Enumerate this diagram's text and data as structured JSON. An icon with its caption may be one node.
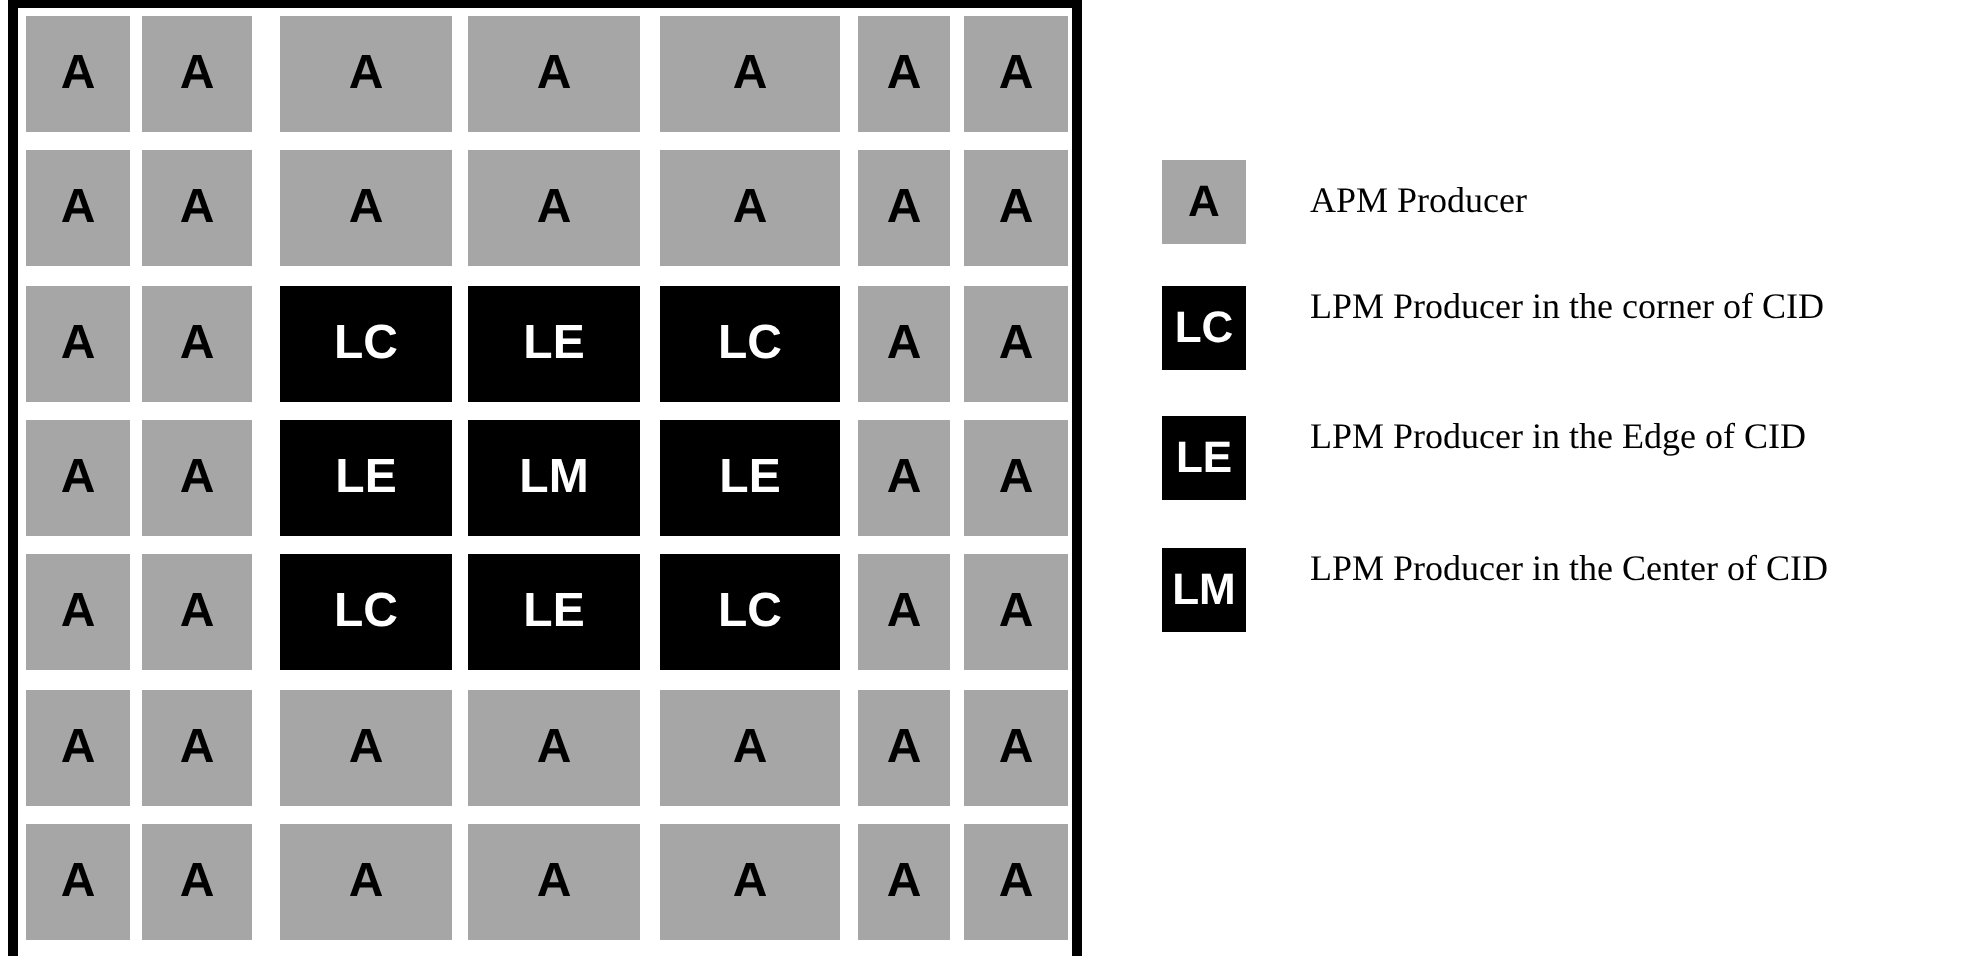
{
  "diagram": {
    "nodes": [
      {
        "text": [
          "A"
        ]
      },
      {
        "text": [
          "A"
        ]
      },
      {
        "text": [
          "A"
        ]
      },
      {
        "text": [
          "A"
        ]
      },
      {
        "text": [
          "A"
        ]
      },
      {
        "text": [
          "A"
        ]
      },
      {
        "text": [
          "A"
        ]
      },
      {
        "text": [
          "A"
        ]
      },
      {
        "text": [
          "A"
        ]
      },
      {
        "text": [
          "A"
        ]
      },
      {
        "text": [
          "A"
        ]
      },
      {
        "text": [
          "A"
        ]
      },
      {
        "text": [
          "A"
        ]
      },
      {
        "text": [
          "A"
        ]
      },
      {
        "text": [
          "A"
        ]
      },
      {
        "text": [
          "A"
        ]
      },
      {
        "text": [
          "LC"
        ]
      },
      {
        "text": [
          "LE"
        ]
      },
      {
        "text": [
          "LC"
        ]
      },
      {
        "text": [
          "A"
        ]
      },
      {
        "text": [
          "A"
        ]
      },
      {
        "text": [
          "A"
        ]
      },
      {
        "text": [
          "A"
        ]
      },
      {
        "text": [
          "LE"
        ]
      },
      {
        "text": [
          "LM"
        ]
      },
      {
        "text": [
          "LE"
        ]
      },
      {
        "text": [
          "A"
        ]
      },
      {
        "text": [
          "A"
        ]
      },
      {
        "text": [
          "A"
        ]
      },
      {
        "text": [
          "A"
        ]
      },
      {
        "text": [
          "LC"
        ]
      },
      {
        "text": [
          "LE"
        ]
      },
      {
        "text": [
          "LC"
        ]
      },
      {
        "text": [
          "A"
        ]
      },
      {
        "text": [
          "A"
        ]
      },
      {
        "text": [
          "A"
        ]
      },
      {
        "text": [
          "A"
        ]
      },
      {
        "text": [
          "A"
        ]
      },
      {
        "text": [
          "A"
        ]
      },
      {
        "text": [
          "A"
        ]
      },
      {
        "text": [
          "A"
        ]
      },
      {
        "text": [
          "A"
        ]
      },
      {
        "text": [
          "A"
        ]
      },
      {
        "text": [
          "A"
        ]
      },
      {
        "text": [
          "A"
        ]
      },
      {
        "text": [
          "A"
        ]
      },
      {
        "text": [
          "A"
        ]
      },
      {
        "text": [
          "A"
        ]
      },
      {
        "text": [
          "A"
        ]
      }
    ],
    "labels": [
      "A",
      "LC",
      "LE",
      "LM"
    ],
    "legend": [
      {
        "text": "APM Producer",
        "color": "#a6a6a6"
      },
      {
        "text": "LPM Producer in the corner of CID",
        "color": "#000000"
      },
      {
        "text": "LPM Producer in the Edge of CID",
        "color": "#000000"
      },
      {
        "text": "LPM Producer in the Center of CID",
        "color": "#000000"
      }
    ]
  }
}
